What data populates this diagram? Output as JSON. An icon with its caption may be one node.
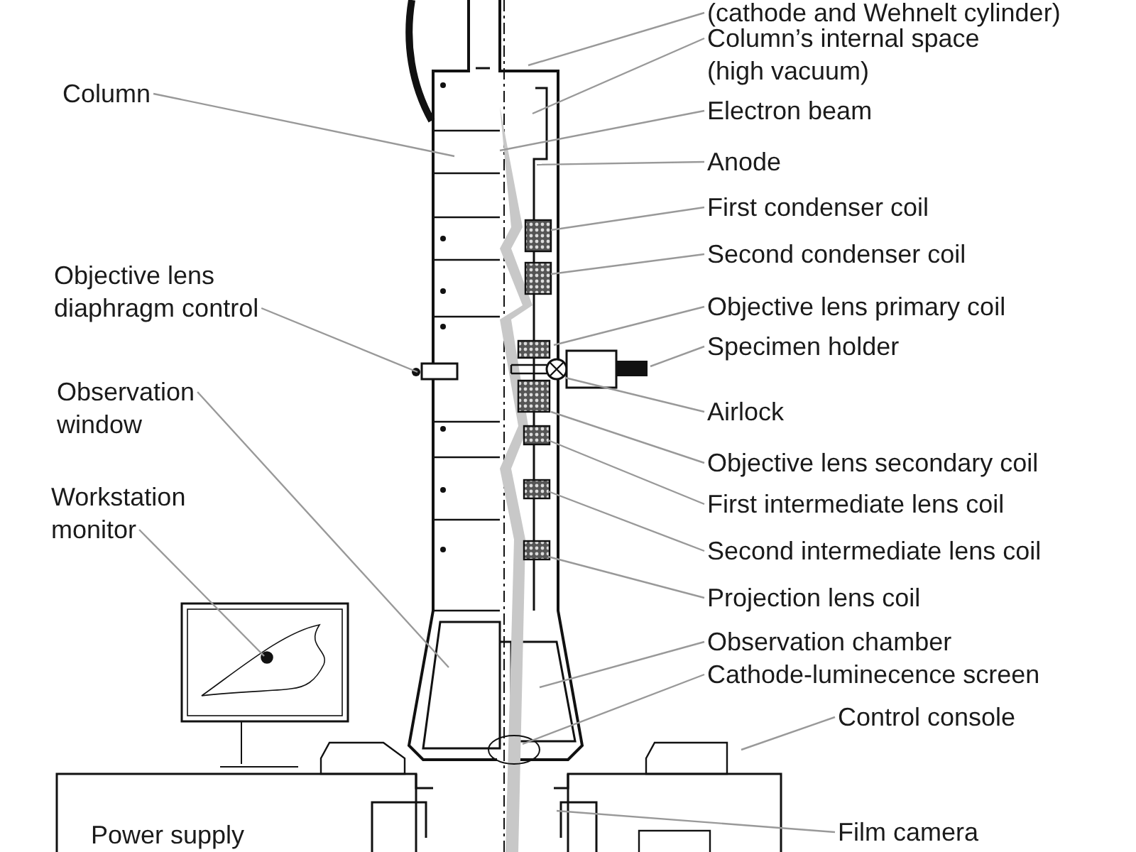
{
  "diagram": {
    "nodes": [
      {
        "text": [
          "(cathode and Wehnelt cylinder)"
        ]
      },
      {
        "text": [
          "Column’s internal space (high vacuum)"
        ]
      },
      {
        "text": [
          "Electron beam"
        ]
      },
      {
        "text": [
          "Anode"
        ]
      },
      {
        "text": [
          "First condenser coil"
        ]
      },
      {
        "text": [
          "Second condenser coil"
        ]
      },
      {
        "text": [
          "Objective lens primary coil"
        ]
      },
      {
        "text": [
          "Specimen holder"
        ]
      },
      {
        "text": [
          "Airlock"
        ]
      },
      {
        "text": [
          "Objective lens secondary coil"
        ]
      },
      {
        "text": [
          "First intermediate lens coil"
        ]
      },
      {
        "text": [
          "Second intermediate lens coil"
        ]
      },
      {
        "text": [
          "Projection lens coil"
        ]
      },
      {
        "text": [
          "Observation chamber"
        ]
      },
      {
        "text": [
          "Cathode-luminecence screen"
        ]
      },
      {
        "text": [
          "Control console"
        ]
      },
      {
        "text": [
          "Film camera"
        ]
      },
      {
        "text": [
          "Column"
        ]
      },
      {
        "text": [
          "Objective lens diaphragm control"
        ]
      },
      {
        "text": [
          "Observation window"
        ]
      },
      {
        "text": [
          "Workstation monitor"
        ]
      }
    ],
    "edges": [
      {
        "from": 0,
        "to": null,
        "arrow": "none"
      },
      {
        "from": 1,
        "to": null,
        "arrow": "none"
      },
      {
        "from": 2,
        "to": null,
        "arrow": "none"
      },
      {
        "from": 3,
        "to": null,
        "arrow": "none"
      },
      {
        "from": 4,
        "to": null,
        "arrow": "none"
      },
      {
        "from": 5,
        "to": null,
        "arrow": "none"
      },
      {
        "from": 6,
        "to": null,
        "arrow": "none"
      },
      {
        "from": 7,
        "to": null,
        "arrow": "none"
      },
      {
        "from": 8,
        "to": null,
        "arrow": "none"
      },
      {
        "from": 9,
        "to": null,
        "arrow": "none"
      },
      {
        "from": 10,
        "to": null,
        "arrow": "none"
      },
      {
        "from": 11,
        "to": null,
        "arrow": "none"
      },
      {
        "from": 12,
        "to": null,
        "arrow": "none"
      },
      {
        "from": 13,
        "to": null,
        "arrow": "none"
      },
      {
        "from": 14,
        "to": null,
        "arrow": "none"
      },
      {
        "from": 15,
        "to": null,
        "arrow": "none"
      },
      {
        "from": 16,
        "to": null,
        "arrow": "none"
      },
      {
        "from": 17,
        "to": null,
        "arrow": "none"
      },
      {
        "from": 18,
        "to": null,
        "arrow": "none"
      },
      {
        "from": 19,
        "to": null,
        "arrow": "none"
      },
      {
        "from": 20,
        "to": null,
        "arrow": "none"
      }
    ],
    "labels": [
      "Power supply"
    ]
  }
}
